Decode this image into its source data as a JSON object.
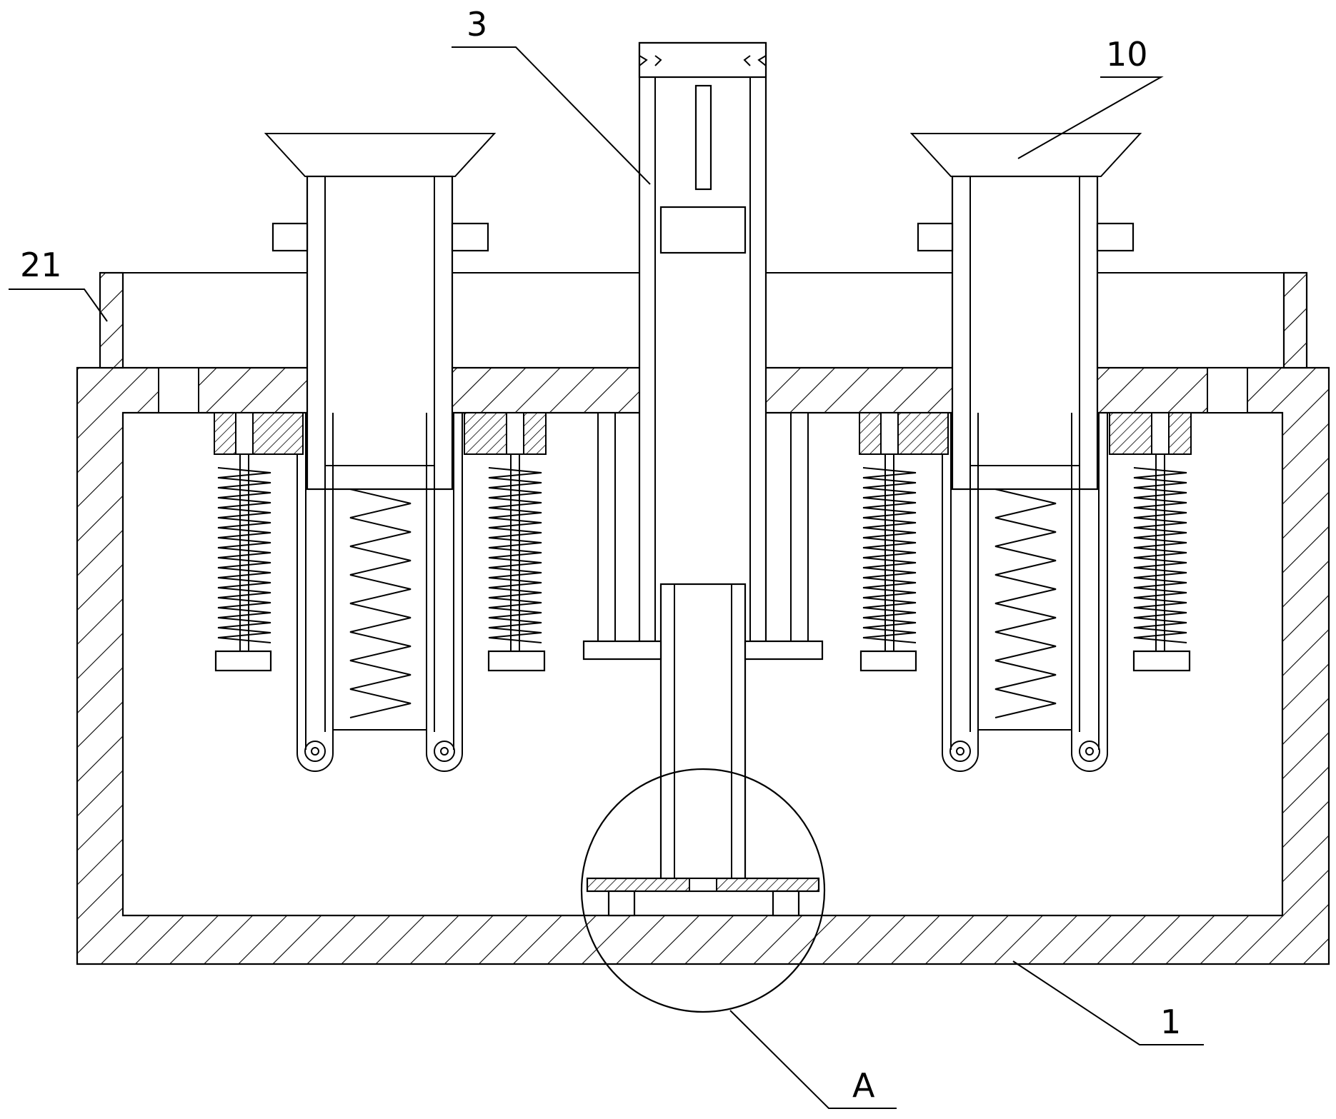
{
  "labels": {
    "housing": "1",
    "central_column": "3",
    "hopper": "10",
    "side_guard": "21",
    "detail_view": "A"
  },
  "colors": {
    "line": "#000000",
    "background": "#ffffff"
  }
}
